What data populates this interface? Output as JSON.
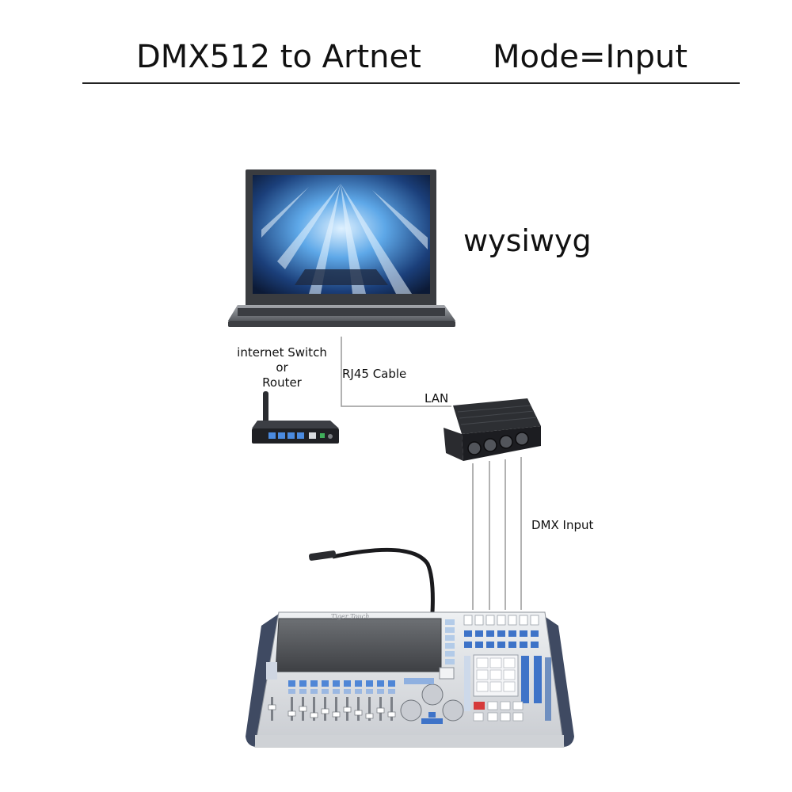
{
  "title": {
    "left": "DMX512 to Artnet",
    "right": "Mode=Input"
  },
  "labels": {
    "software": "wysiwyg",
    "switch_line1": "internet Switch",
    "switch_line2": "or",
    "switch_line3": "Router",
    "cable": "RJ45 Cable",
    "lan": "LAN",
    "dmx_input": "DMX Input"
  },
  "console": {
    "brand": "Tiger Touch"
  },
  "colors": {
    "line": "#999999",
    "console_body": "#dcdfe3",
    "console_side": "#3f4a62",
    "button_blue": "#3e73c8"
  }
}
